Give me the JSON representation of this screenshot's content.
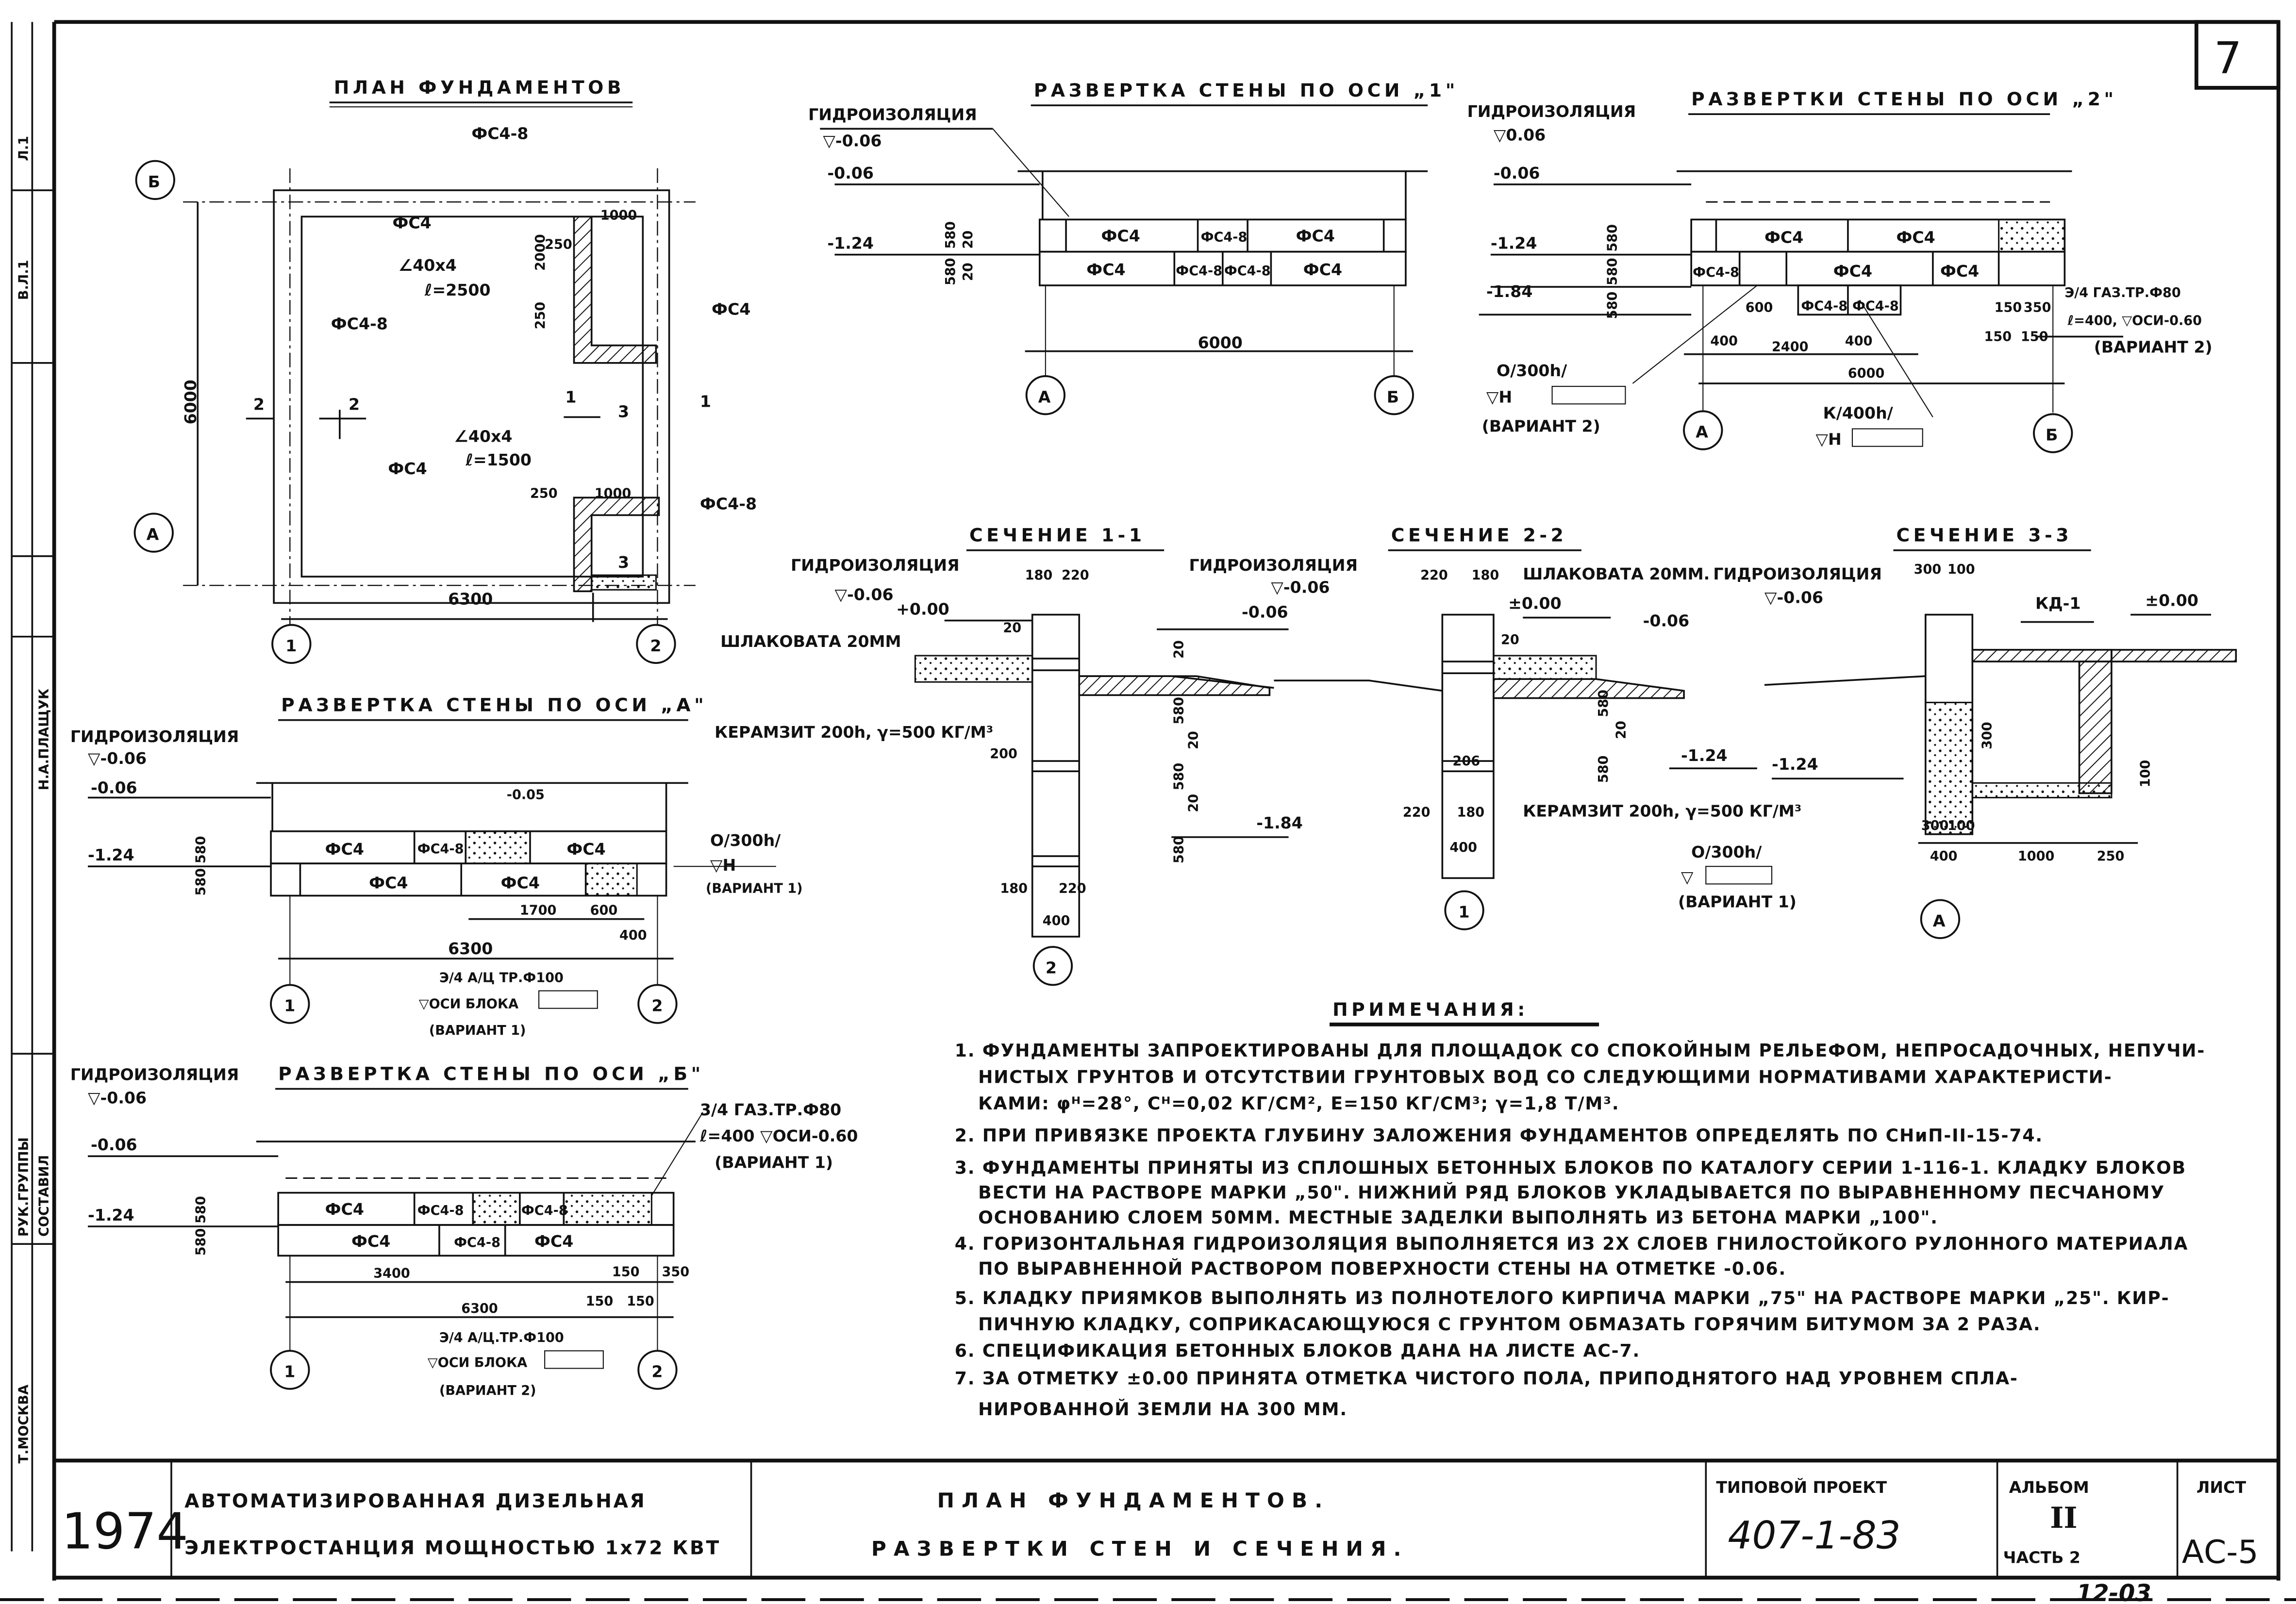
{
  "sheet_number_box": "7",
  "side_stamp": [
    "Л.1",
    "В.Л.1",
    "Н.А.ПЛАЩУК",
    "РУК.ГРУППЫ",
    "СОСТАВИЛ",
    "Т.МОСКВА"
  ],
  "plan": {
    "title": "ПЛАН ФУНДАМЕНТОВ",
    "labels": [
      "ФС4-8",
      "ФС4",
      "∠40х4",
      "ℓ=2500",
      "2000",
      "250",
      "1000",
      "250",
      "ФС4",
      "ФС4-8",
      "6000",
      "2",
      "2",
      "1",
      "3",
      "1",
      "∠40х4",
      "ℓ=1500",
      "ФС4",
      "250",
      "1000",
      "ФС4-8",
      "3",
      "6300"
    ],
    "axes": [
      "Б",
      "А",
      "1",
      "2"
    ]
  },
  "elev1": {
    "title": "РАЗВЕРТКА СТЕНЫ ПО ОСИ „1\"",
    "labels": [
      "ГИДРОИЗОЛЯЦИЯ",
      "▽-0.06",
      "-0.06",
      "-1.24",
      "580",
      "580",
      "20",
      "20",
      "ФС4",
      "ФС4-8",
      "ФС4",
      "ФС4",
      "ФС4-8",
      "ФС4-8",
      "ФС4",
      "6000"
    ],
    "axes": [
      "А",
      "Б"
    ]
  },
  "elev2": {
    "title": "РАЗВЕРТКИ СТЕНЫ ПО ОСИ „2\"",
    "labels": [
      "ГИДРОИЗОЛЯЦИЯ",
      "▽0.06",
      "-0.06",
      "-1.24",
      "-1.84",
      "580",
      "580",
      "580",
      "ФС4",
      "ФС4",
      "ФС4-8",
      "ФС4",
      "ФС4",
      "600",
      "ФС4-8",
      "ФС4-8",
      "400",
      "2400",
      "400",
      "6000",
      "150",
      "350",
      "150",
      "150",
      "Э/4 ГАЗ.ТР.Ф80",
      "ℓ=400, ▽ОСИ-0.60",
      "(ВАРИАНТ 2)",
      "О/300h/",
      "▽Н",
      "(ВАРИАНТ 2)",
      "К/400h/",
      "▽Н"
    ],
    "axes": [
      "А",
      "Б"
    ]
  },
  "elevA": {
    "title": "РАЗВЕРТКА СТЕНЫ ПО ОСИ „А\"",
    "labels": [
      "ГИДРОИЗОЛЯЦИЯ",
      "▽-0.06",
      "-0.06",
      "-1.24",
      "-0.05",
      "580",
      "580",
      "ФС4",
      "ФС4-8",
      "ФС4",
      "ФС4",
      "ФС4",
      "1700",
      "600",
      "400",
      "6300",
      "Э/4 А/Ц ТР.Ф100",
      "▽ОСИ БЛОКА",
      "(ВАРИАНТ 1)",
      "О/300h/",
      "▽Н",
      "(ВАРИАНТ 1)"
    ],
    "axes": [
      "1",
      "2"
    ]
  },
  "elevB": {
    "title": "РАЗВЕРТКА СТЕНЫ ПО ОСИ „Б\"",
    "labels": [
      "ГИДРОИЗОЛЯЦИЯ",
      "▽-0.06",
      "-0.06",
      "-1.24",
      "580",
      "580",
      "ФС4",
      "ФС4-8",
      "ФС4-8",
      "ФС4",
      "ФС4-8",
      "ФС4",
      "3400",
      "6300",
      "150",
      "350",
      "150",
      "150",
      "3/4 ГАЗ.ТР.Ф80",
      "ℓ=400 ▽ОСИ-0.60",
      "(ВАРИАНТ 1)",
      "Э/4 А/Ц.ТР.Ф100",
      "▽ОСИ БЛОКА",
      "(ВАРИАНТ 2)"
    ],
    "axes": [
      "1",
      "2"
    ]
  },
  "sec1": {
    "title": "СЕЧЕНИЕ 1-1",
    "labels": [
      "ГИДРОИЗОЛЯЦИЯ",
      "▽-0.06",
      "+0.00",
      "180",
      "220",
      "ШЛАКОВАТА 20ММ",
      "КЕРАМЗИТ 200h, γ=500 КГ/М³",
      "20",
      "20",
      "580",
      "20",
      "580",
      "20",
      "580",
      "200",
      "-0.06",
      "-1.84",
      "180",
      "220",
      "400"
    ],
    "axis": "2"
  },
  "sec2": {
    "title": "СЕЧЕНИЕ 2-2",
    "labels": [
      "ГИДРОИЗОЛЯЦИЯ",
      "▽-0.06",
      "220",
      "180",
      "ШЛАКОВАТА 20ММ.",
      "±0.00",
      "-0.06",
      "20",
      "580",
      "20",
      "580",
      "206",
      "-1.24",
      "220",
      "180",
      "400",
      "КЕРАМЗИТ 200h, γ=500 КГ/М³",
      "О/300h/",
      "▽",
      "(ВАРИАНТ 1)"
    ],
    "axis": "1"
  },
  "sec3": {
    "title": "СЕЧЕНИЕ 3-3",
    "labels": [
      "ГИДРОИЗОЛЯЦИЯ",
      "▽-0.06",
      "300",
      "100",
      "КД-1",
      "±0.00",
      "-1.24",
      "300",
      "100",
      "300",
      "100",
      "400",
      "1000",
      "250"
    ],
    "axis": "А"
  },
  "notes": {
    "title": "ПРИМЕЧАНИЯ:",
    "lines": [
      "1. ФУНДАМЕНТЫ ЗАПРОЕКТИРОВАНЫ ДЛЯ ПЛОЩАДОК СО СПОКОЙНЫМ РЕЛЬЕФОМ, НЕПРОСАДОЧНЫХ, НЕПУЧИ-",
      "НИСТЫХ ГРУНТОВ И ОТСУТСТВИИ ГРУНТОВЫХ ВОД СО СЛЕДУЮЩИМИ НОРМАТИВАМИ ХАРАКТЕРИСТИ-",
      "КАМИ: φᴴ=28°, Cᴴ=0,02 КГ/СМ², E=150 КГ/СМ³;  γ=1,8 Т/М³.",
      "2. ПРИ ПРИВЯЗКЕ ПРОЕКТА ГЛУБИНУ ЗАЛОЖЕНИЯ ФУНДАМЕНТОВ ОПРЕДЕЛЯТЬ ПО СНиП-II-15-74.",
      "3. ФУНДАМЕНТЫ ПРИНЯТЫ ИЗ СПЛОШНЫХ БЕТОННЫХ БЛОКОВ ПО КАТАЛОГУ СЕРИИ 1-116-1. КЛАДКУ БЛОКОВ",
      "ВЕСТИ НА РАСТВОРЕ МАРКИ „50\". НИЖНИЙ РЯД БЛОКОВ УКЛАДЫВАЕТСЯ ПО ВЫРАВНЕННОМУ ПЕСЧАНОМУ",
      "ОСНОВАНИЮ СЛОЕМ 50ММ. МЕСТНЫЕ ЗАДЕЛКИ ВЫПОЛНЯТЬ ИЗ БЕТОНА МАРКИ „100\".",
      "4. ГОРИЗОНТАЛЬНАЯ ГИДРОИЗОЛЯЦИЯ ВЫПОЛНЯЕТСЯ ИЗ 2Х СЛОЕВ ГНИЛОСТОЙКОГО РУЛОННОГО МАТЕРИАЛА",
      "ПО ВЫРАВНЕННОЙ РАСТВОРОМ ПОВЕРХНОСТИ СТЕНЫ НА ОТМЕТКЕ -0.06.",
      "5. КЛАДКУ ПРИЯМКОВ ВЫПОЛНЯТЬ ИЗ ПОЛНОТЕЛОГО КИРПИЧА МАРКИ „75\" НА РАСТВОРЕ МАРКИ „25\". КИР-",
      "ПИЧНУЮ КЛАДКУ, СОПРИКАСАЮЩУЮСЯ С ГРУНТОМ ОБМАЗАТЬ ГОРЯЧИМ БИТУМОМ ЗА 2 РАЗА.",
      "6. СПЕЦИФИКАЦИЯ БЕТОННЫХ БЛОКОВ ДАНА НА ЛИСТЕ АС-7.",
      "7. ЗА ОТМЕТКУ ±0.00 ПРИНЯТА ОТМЕТКА ЧИСТОГО ПОЛА, ПРИПОДНЯТОГО НАД УРОВНЕМ СПЛА-",
      "НИРОВАННОЙ ЗЕМЛИ НА 300 ММ."
    ]
  },
  "title_block": {
    "year": "1974",
    "object_line1": "АВТОМАТИЗИРОВАННАЯ ДИЗЕЛЬНАЯ",
    "object_line2": "ЭЛЕКТРОСТАНЦИЯ МОЩНОСТЬЮ 1х72 КВТ",
    "sheet_title_line1": "ПЛАН ФУНДАМЕНТОВ.",
    "sheet_title_line2": "РАЗВЕРТКИ СТЕН И СЕЧЕНИЯ.",
    "project_label": "ТИПОВОЙ ПРОЕКТ",
    "project_number": "407-1-83",
    "album_label": "АЛЬБОМ",
    "album_number": "II",
    "part_label": "ЧАСТЬ 2",
    "sheet_label": "ЛИСТ",
    "sheet_number": "АС-5",
    "below_block": "12-03"
  }
}
